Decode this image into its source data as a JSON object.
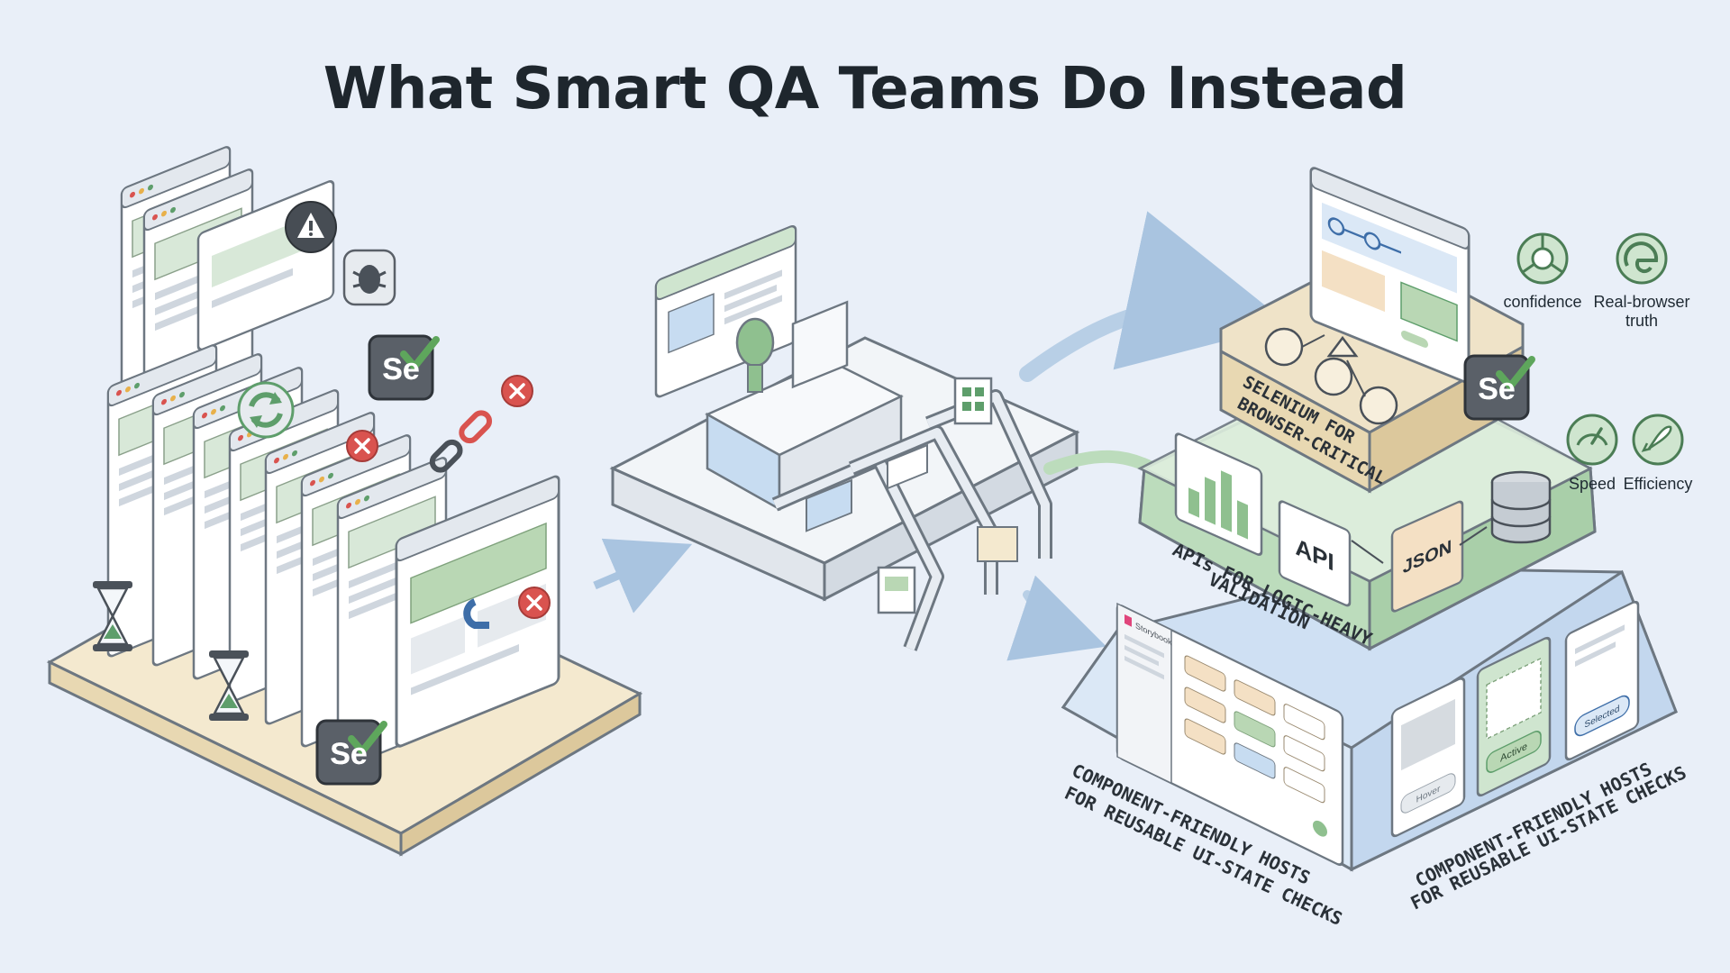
{
  "title": "What Smart QA Teams Do Instead",
  "pyramid": {
    "top_tier_label_line1": "SELENIUM FOR",
    "top_tier_label_line2": "BROWSER-CRITICAL",
    "middle_tier_label_line1": "APIs FOR LOGIC-HEAVY",
    "middle_tier_label_line2": "VALIDATION",
    "bottom_left_label_line1": "COMPONENT-FRIENDLY HOSTS",
    "bottom_left_label_line2": "FOR REUSABLE UI-STATE CHECKS",
    "bottom_right_label_line1": "COMPONENT-FRIENDLY HOSTS",
    "bottom_right_label_line2": "FOR REUSABLE UI-STATE CHECKS",
    "api_card": "API",
    "json_card": "JSON",
    "storybook_label": "Storybook",
    "state_hover": "Hover",
    "state_active": "Active",
    "state_selected": "Selected"
  },
  "benefits": [
    {
      "label": "confidence",
      "icon": "chrome-icon"
    },
    {
      "label": "Real-browser",
      "label2": "truth",
      "icon": "edge-icon"
    },
    {
      "label": "Speed",
      "icon": "speedometer-icon"
    },
    {
      "label": "Efficiency",
      "icon": "rocket-icon"
    }
  ],
  "selenium_badge": "Se",
  "colors": {
    "background": "#e9eff8",
    "green_accent": "#5e9e6b",
    "tan_platform": "#efe3c8",
    "blue_base": "#cfe0f3",
    "mid_green": "#cfe5cf",
    "error_red": "#d9534f"
  }
}
